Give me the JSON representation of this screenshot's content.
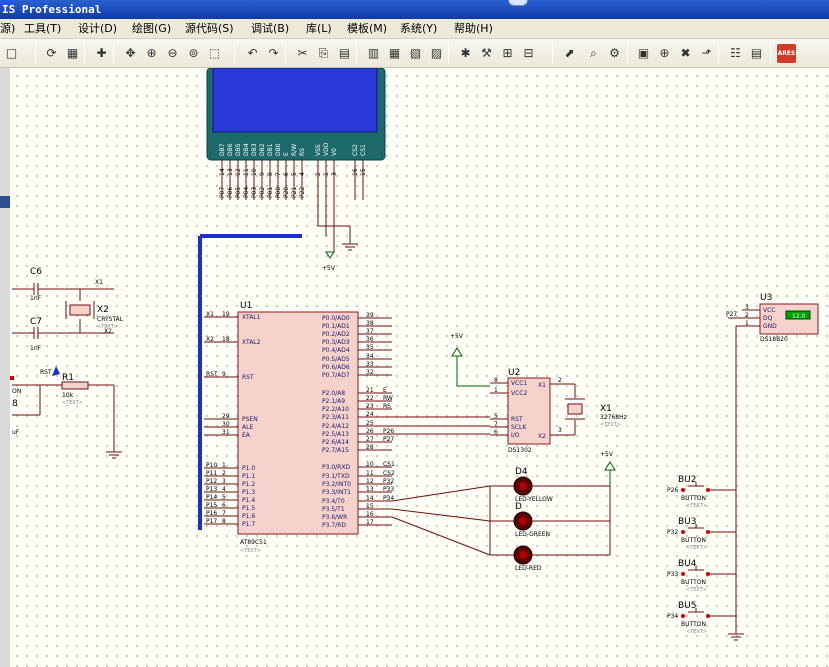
{
  "window": {
    "title": "IS Professional"
  },
  "menu": {
    "items": [
      "源)",
      "工具(T)",
      "设计(D)",
      "绘图(G)",
      "源代码(S)",
      "调试(B)",
      "库(L)",
      "模板(M)",
      "系统(Y)",
      "帮助(H)"
    ]
  },
  "toolbar": {
    "icons": [
      "new-sheet-icon",
      "refresh-icon",
      "grid-toggle-icon",
      "origin-icon",
      "pan-icon",
      "zoom-in-icon",
      "zoom-out-icon",
      "zoom-all-icon",
      "zoom-area-icon",
      "undo-icon",
      "redo-icon",
      "cut-icon",
      "copy-icon",
      "paste-icon",
      "block-copy-icon",
      "block-move-icon",
      "block-rotate-icon",
      "block-delete-icon",
      "pick-device-icon",
      "make-device-icon",
      "packaging-icon",
      "decompose-icon",
      "wire-autorouter-icon",
      "search-icon",
      "property-assign-icon",
      "new-design-icon",
      "add-sheet-icon",
      "remove-sheet-icon",
      "exit-to-parent-icon",
      "bill-of-materials-icon",
      "netlist-icon",
      "ares-icon"
    ],
    "ares_label": "ARES"
  },
  "schematic": {
    "lcd": {
      "pins": [
        "DB7",
        "DB6",
        "DB5",
        "DB4",
        "DB3",
        "DB2",
        "DB1",
        "DB0",
        "E",
        "R/W",
        "RS",
        "VSS",
        "VDD",
        "V0",
        "CS2",
        "CS1"
      ],
      "pin_numbers": [
        "14",
        "13",
        "12",
        "11",
        "10",
        "9",
        "8",
        "7",
        "6",
        "5",
        "4",
        "2",
        "1",
        "3",
        "16",
        "15"
      ],
      "net_labels": [
        "P07",
        "P06",
        "P05",
        "P04",
        "P03",
        "P02",
        "P01",
        "P00",
        "P20",
        "P21",
        "P22",
        "",
        "",
        "",
        "",
        ""
      ],
      "power_label": "+5V"
    },
    "u1": {
      "ref": "U1",
      "part": "AT89C51",
      "text_placeholder": "<TEXT>",
      "left_pins": [
        {
          "num": "19",
          "name": "XTAL1",
          "net": "X1"
        },
        {
          "num": "18",
          "name": "XTAL2",
          "net": "X2"
        },
        {
          "num": "9",
          "name": "RST",
          "net": "RST"
        },
        {
          "num": "29",
          "name": "PSEN",
          "net": ""
        },
        {
          "num": "30",
          "name": "ALE",
          "net": ""
        },
        {
          "num": "31",
          "name": "EA",
          "net": ""
        },
        {
          "num": "1",
          "name": "P1.0",
          "net": "P10"
        },
        {
          "num": "2",
          "name": "P1.1",
          "net": "P11"
        },
        {
          "num": "3",
          "name": "P1.2",
          "net": "P12"
        },
        {
          "num": "4",
          "name": "P1.3",
          "net": "P13"
        },
        {
          "num": "5",
          "name": "P1.4",
          "net": "P14"
        },
        {
          "num": "6",
          "name": "P1.5",
          "net": "P15"
        },
        {
          "num": "7",
          "name": "P1.6",
          "net": "P16"
        },
        {
          "num": "8",
          "name": "P1.7",
          "net": "P17"
        }
      ],
      "right_pins": [
        {
          "num": "39",
          "name": "P0.0/AD0",
          "net": ""
        },
        {
          "num": "38",
          "name": "P0.1/AD1",
          "net": ""
        },
        {
          "num": "37",
          "name": "P0.2/AD2",
          "net": ""
        },
        {
          "num": "36",
          "name": "P0.3/AD3",
          "net": ""
        },
        {
          "num": "35",
          "name": "P0.4/AD4",
          "net": ""
        },
        {
          "num": "34",
          "name": "P0.5/AD5",
          "net": ""
        },
        {
          "num": "33",
          "name": "P0.6/AD6",
          "net": ""
        },
        {
          "num": "32",
          "name": "P0.7/AD7",
          "net": ""
        },
        {
          "num": "21",
          "name": "P2.0/A8",
          "net": "E"
        },
        {
          "num": "22",
          "name": "P2.1/A9",
          "net": "RW"
        },
        {
          "num": "23",
          "name": "P2.2/A10",
          "net": "RS"
        },
        {
          "num": "24",
          "name": "P2.3/A11",
          "net": ""
        },
        {
          "num": "25",
          "name": "P2.4/A12",
          "net": ""
        },
        {
          "num": "26",
          "name": "P2.5/A13",
          "net": "P26"
        },
        {
          "num": "27",
          "name": "P2.6/A14",
          "net": "P27"
        },
        {
          "num": "28",
          "name": "P2.7/A15",
          "net": ""
        },
        {
          "num": "10",
          "name": "P3.0/RXD",
          "net": "CS1"
        },
        {
          "num": "11",
          "name": "P3.1/TXD",
          "net": "CS2"
        },
        {
          "num": "12",
          "name": "P3.2/INT0",
          "net": "P32"
        },
        {
          "num": "13",
          "name": "P3.3/INT1",
          "net": "P33"
        },
        {
          "num": "14",
          "name": "P3.4/T0",
          "net": "P34"
        },
        {
          "num": "15",
          "name": "P3.5/T1",
          "net": ""
        },
        {
          "num": "16",
          "name": "P3.6/WR",
          "net": ""
        },
        {
          "num": "17",
          "name": "P3.7/RD",
          "net": ""
        }
      ]
    },
    "u2": {
      "ref": "U2",
      "part": "DS1302",
      "pins": [
        "VCC1",
        "VCC2",
        "RST",
        "SCLK",
        "I/O",
        "X1",
        "X2"
      ],
      "pin_numbers": [
        "8",
        "1",
        "5",
        "7",
        "6",
        "2",
        "3"
      ],
      "power_label": "+5V"
    },
    "x1": {
      "ref": "X1",
      "value": "32768Hz"
    },
    "x2": {
      "ref": "X2",
      "value": "CRYSTAL",
      "net1": "X1",
      "net2": "X2"
    },
    "c6": {
      "ref": "C6",
      "value": "1nF"
    },
    "c7": {
      "ref": "C7",
      "value": "1nF"
    },
    "r1": {
      "ref": "R1",
      "value": "10k"
    },
    "reset_net": "RST",
    "c8": {
      "ref": "8",
      "value": "uF",
      "label": "ON"
    },
    "u3": {
      "ref": "U3",
      "part": "DS18B20",
      "pins": [
        "VCC",
        "DQ",
        "GND"
      ],
      "pin_numbers": [
        "3",
        "2",
        "1"
      ],
      "display": "12.0",
      "net": "P27"
    },
    "leds": [
      {
        "ref": "D4",
        "name": "LED-YELLOW"
      },
      {
        "ref": "D",
        "name": "LED-GREEN"
      },
      {
        "ref": "",
        "name": "LED-RED"
      }
    ],
    "led_power": "+5V",
    "buttons": [
      {
        "ref": "BU2",
        "net": "P26",
        "name": "BUTTON"
      },
      {
        "ref": "BU3",
        "net": "P32",
        "name": "BUTTON"
      },
      {
        "ref": "BU4",
        "net": "P33",
        "name": "BUTTON"
      },
      {
        "ref": "BU5",
        "net": "P34",
        "name": "BUTTON"
      }
    ],
    "power_5v": "+5V",
    "text_placeholder": "<TEXT>"
  }
}
